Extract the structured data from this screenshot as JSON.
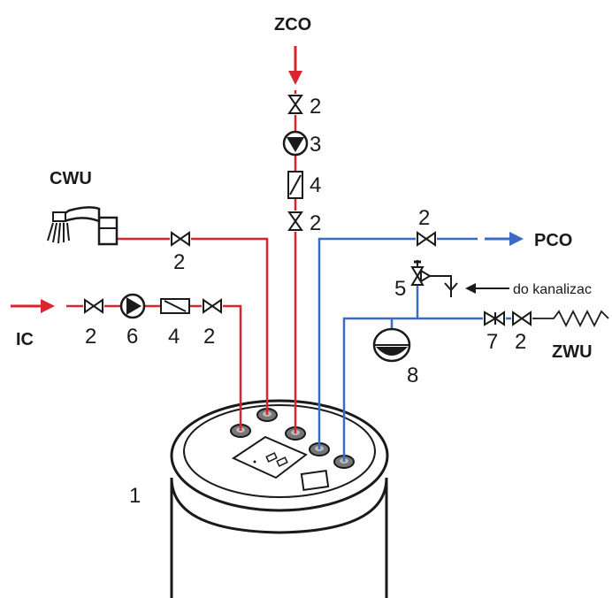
{
  "labels": {
    "zco": "ZCO",
    "cwu": "CWU",
    "ic": "IC",
    "pco": "PCO",
    "zwu": "ZWU",
    "drain": "do kanalizac"
  },
  "numbers": {
    "valve_zco": "2",
    "pump_zco": "3",
    "filter_zco": "4",
    "valve_zco_lower": "2",
    "valve_cwu": "2",
    "valve_pco": "2",
    "safety_valve": "5",
    "ic_valve_left": "2",
    "ic_pump": "6",
    "ic_filter": "4",
    "ic_valve_right": "2",
    "check_valve": "7",
    "zwu_valve": "2",
    "expansion_vessel": "8",
    "tank": "1"
  },
  "colors": {
    "hot_line": "#d7262f",
    "cold_line": "#3b6cc4",
    "ink": "#1a1a1a"
  },
  "icons": [
    "faucet-icon",
    "pump-icon",
    "filter-icon",
    "valve-icon",
    "check-valve-icon",
    "safety-valve-icon",
    "expansion-vessel-icon",
    "drain-funnel-icon",
    "flexible-hose-icon",
    "tank-icon"
  ]
}
